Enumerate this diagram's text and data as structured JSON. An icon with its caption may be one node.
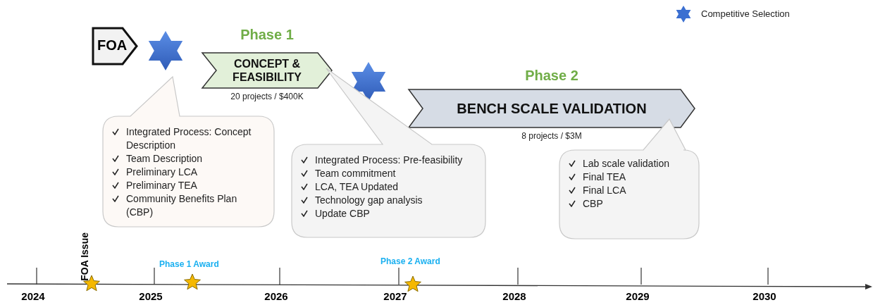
{
  "diagram": {
    "nodes": [
      {
        "text": [
          "FOA"
        ]
      },
      {
        "text": [],
        "shape": "star"
      },
      {
        "text": [
          "Phase 1",
          "CONCEPT & FEASIBILITY"
        ],
        "beside": [
          "20 projects / $400K"
        ]
      },
      {
        "text": [],
        "shape": "star"
      },
      {
        "text": [
          "Phase 2",
          "BENCH SCALE VALIDATION"
        ],
        "beside": [
          "8 projects / $3M"
        ]
      },
      {
        "text": [
          "Integrated Process: Concept Description",
          "Team Description",
          "Preliminary LCA",
          "Preliminary TEA",
          "Community Benefits Plan (CBP)"
        ]
      },
      {
        "text": [
          "Integrated Process: Pre-feasibility",
          "Team commitment",
          "LCA, TEA Updated",
          "Technology gap analysis",
          "Update CBP"
        ]
      },
      {
        "text": [
          "Lab scale validation",
          "Final TEA",
          "Final LCA",
          "CBP"
        ]
      }
    ],
    "labels": [
      "FOA Issue",
      "Phase 1 Award",
      "Phase 2 Award",
      "2024",
      "2025",
      "2026",
      "2027",
      "2028",
      "2029",
      "2030"
    ],
    "legend": [
      {
        "text": "Competitive Selection"
      }
    ]
  }
}
